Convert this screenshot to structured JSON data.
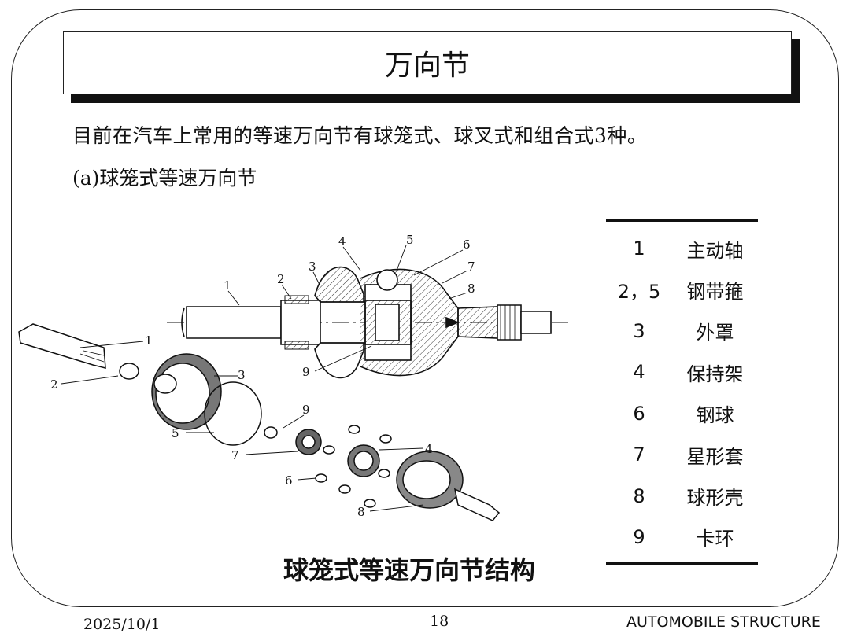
{
  "slide": {
    "title": "万向节",
    "intro": "目前在汽车上常用的等速万向节有球笼式、球叉式和组合式3种。",
    "subheading": "(a)球笼式等速万向节"
  },
  "figure": {
    "caption": "球笼式等速万向节结构",
    "section_callouts": [
      "1",
      "2",
      "3",
      "4",
      "5",
      "6",
      "7",
      "8",
      "9"
    ],
    "exploded_callouts": [
      "1",
      "2",
      "3",
      "5",
      "9",
      "7",
      "4",
      "6",
      "8"
    ]
  },
  "legend": [
    {
      "num": "1",
      "name": "主动轴"
    },
    {
      "num": "2，5",
      "name": "钢带箍"
    },
    {
      "num": "3",
      "name": "外罩"
    },
    {
      "num": "4",
      "name": "保持架"
    },
    {
      "num": "6",
      "name": "钢球"
    },
    {
      "num": "7",
      "name": "星形套"
    },
    {
      "num": "8",
      "name": "球形壳"
    },
    {
      "num": "9",
      "name": "卡环"
    }
  ],
  "footer": {
    "date": "2025/10/1",
    "page": "18",
    "course": "AUTOMOBILE STRUCTURE"
  }
}
